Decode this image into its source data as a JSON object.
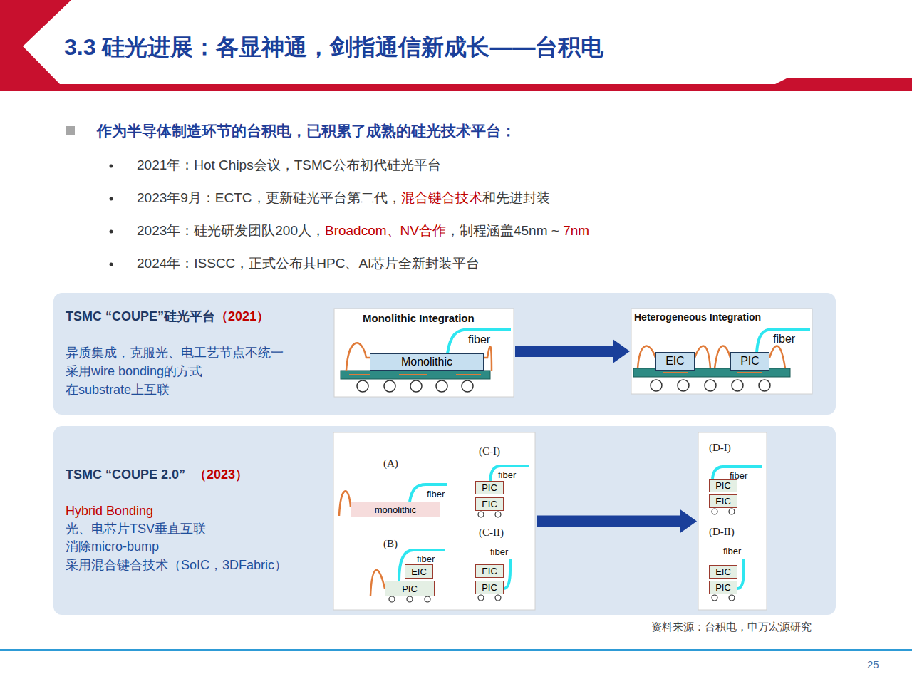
{
  "diagram": {
    "title": "3.3 硅光进展：各显神通，剑指通信新成长——台积电",
    "nodes": [
      {
        "text": [
          "TSMC “COUPE”硅光平台",
          "（2021）",
          "异质集成，克服光、电工艺节点不统一",
          "采用wire bonding的方式",
          "在substrate上互联"
        ]
      },
      {
        "text": [
          "Monolithic Integration"
        ],
        "in": 0
      },
      {
        "text": [
          "Monolithic"
        ],
        "in": 1
      },
      {
        "text": [
          "Heterogeneous Integration"
        ],
        "in": 0
      },
      {
        "text": [
          "EIC"
        ],
        "in": 3
      },
      {
        "text": [
          "PIC"
        ],
        "in": 3
      },
      {
        "text": [
          "TSMC “COUPE 2.0”",
          "（2023）",
          "Hybrid Bonding",
          "光、电芯片TSV垂直互联",
          "消除micro-bump",
          "采用混合键合技术（SoIC，3DFabric）"
        ]
      },
      {
        "text": [
          "(A)",
          "(C-I)",
          "(B)",
          "(C-II)"
        ],
        "in": 6
      },
      {
        "text": [
          "monolithic"
        ],
        "in": 7
      },
      {
        "text": [
          "PIC"
        ],
        "in": 7
      },
      {
        "text": [
          "EIC"
        ],
        "in": 7
      },
      {
        "text": [
          "EIC"
        ],
        "in": 7
      },
      {
        "text": [
          "PIC"
        ],
        "in": 7
      },
      {
        "text": [
          "EIC"
        ],
        "in": 7
      },
      {
        "text": [
          "PIC"
        ],
        "in": 7
      },
      {
        "text": [
          "(D-I)",
          "(D-II)"
        ],
        "in": 6
      },
      {
        "text": [
          "PIC"
        ],
        "in": 15
      },
      {
        "text": [
          "EIC"
        ],
        "in": 15
      },
      {
        "text": [
          "EIC"
        ],
        "in": 15
      },
      {
        "text": [
          "PIC"
        ],
        "in": 15
      }
    ],
    "edges": [
      {
        "from": 1,
        "to": 3,
        "arrow": "to"
      },
      {
        "from": 7,
        "to": 15,
        "arrow": "to"
      }
    ],
    "labels": [
      "作为半导体制造环节的台积电，已积累了成熟的硅光技术平台：",
      "2021年：Hot Chips会议，TSMC公布初代硅光平台",
      "2023年9月：ECTC，更新硅光平台第二代，",
      "混合键合技术",
      "和先进封装",
      "2023年：硅光研发团队200人，",
      "Broadcom、NV合作",
      "，制程涵盖45nm ~ ",
      "7nm",
      "2024年：ISSCC，正式公布其HPC、AI芯片全新封装平台",
      "fiber",
      "fiber",
      "fiber",
      "fiber",
      "fiber",
      "fiber",
      "fiber",
      "fiber",
      "资料来源：台积电，申万宏源研究",
      "25"
    ]
  }
}
